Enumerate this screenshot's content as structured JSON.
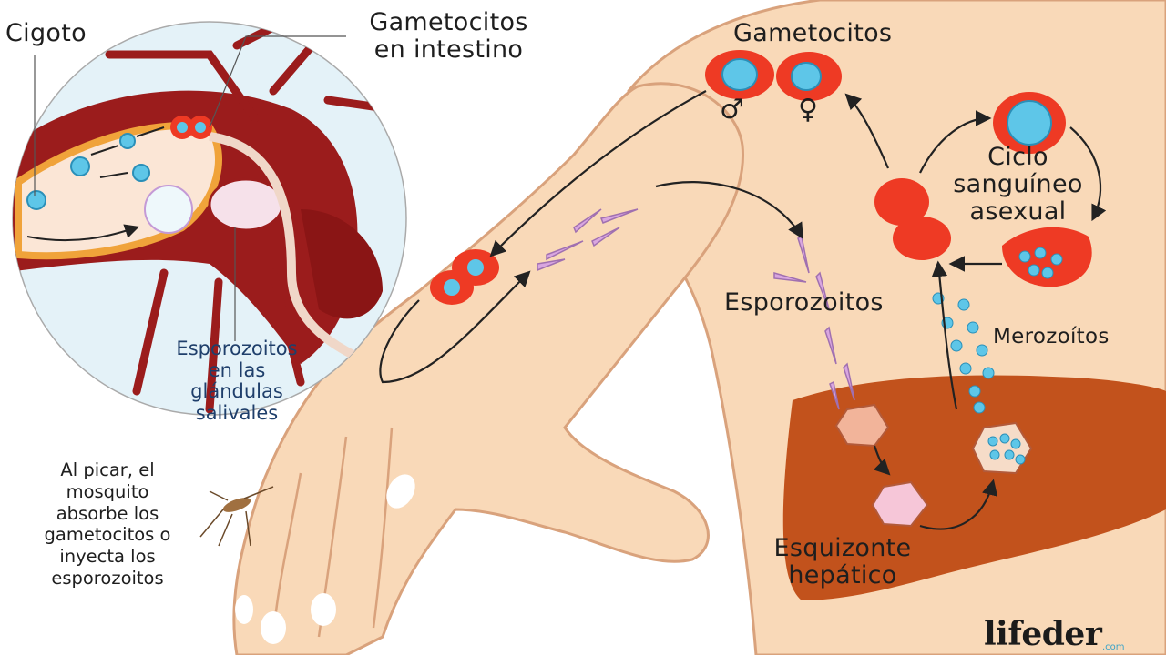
{
  "labels": {
    "cigoto": "Cigoto",
    "gametocitos_intestino_1": "Gametocitos",
    "gametocitos_intestino_2": "en intestino",
    "gametocitos": "Gametocitos",
    "male_symbol": "♂",
    "female_symbol": "♀",
    "ciclo_1": "Ciclo",
    "ciclo_2": "sanguíneo",
    "ciclo_3": "asexual",
    "esporozoitos": "Esporozoitos",
    "merozoitos": "Merozoítos",
    "glandulas_1": "Esporozoitos",
    "glandulas_2": "en las",
    "glandulas_3": "glándulas",
    "glandulas_4": "salivales",
    "esquizonte_1": "Esquizonte",
    "esquizonte_2": "hepático",
    "note_1": "Al picar, el",
    "note_2": "mosquito",
    "note_3": "absorbe los",
    "note_4": "gametocitos o",
    "note_5": "inyecta los",
    "note_6": "esporozoitos"
  },
  "brand": {
    "logo": "lifeder",
    "logo_sub": ".com"
  },
  "colors": {
    "skin": "#f9d9b8",
    "skin_outline": "#d9a27c",
    "liver": "#c2521c",
    "red_cell": "#ee3a24",
    "parasite_blue": "#5ec6e8",
    "mosquito": "#9b1c1c",
    "inset_bg": "#e4f2f8",
    "sporozoite": "#d9a6e0"
  },
  "icons": [
    "mosquito-icon",
    "liver-icon",
    "red-blood-cell-icon"
  ]
}
